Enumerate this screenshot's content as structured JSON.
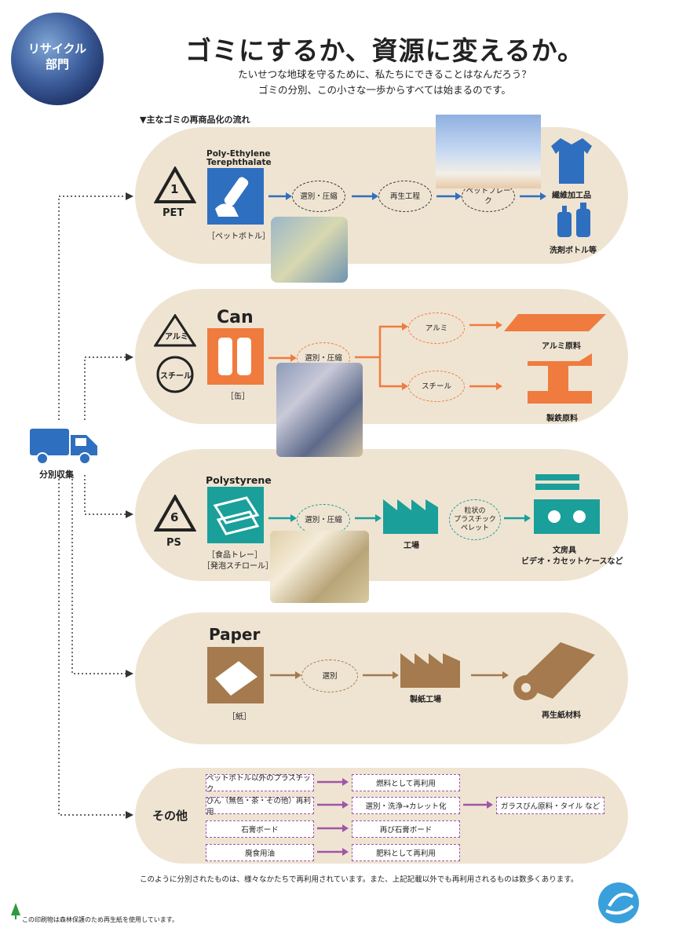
{
  "corner_label": "リサイクル\n部門",
  "title": "ゴミにするか、資源に変えるか。",
  "subtitle_1": "たいせつな地球を守るために、私たちにできることはなんだろう？",
  "subtitle_2": "ゴミの分別、この小さな一歩からすべては始まるのです。",
  "section_heading": "▼主なゴミの再商品化の流れ",
  "truck_label": "分別収集",
  "pet": {
    "symbol_num": "1",
    "symbol_label": "PET",
    "name_line1": "Poly-Ethylene",
    "name_line2": "Terephthalate",
    "item": "［ペットボトル］",
    "step1": "選別・圧縮",
    "step2": "再生工程",
    "step3": "ペットフレーク",
    "product1": "繊維加工品",
    "product2": "洗剤ボトル等"
  },
  "can": {
    "symbol1": "アルミ",
    "symbol2": "スチール",
    "name": "Can",
    "item": "［缶］",
    "step1": "選別・圧縮",
    "branch1": "アルミ",
    "branch2": "スチール",
    "product1": "アルミ原料",
    "product2": "製鉄原料"
  },
  "ps": {
    "symbol_num": "6",
    "symbol_label": "PS",
    "name": "Polystyrene",
    "item1": "［食品トレー］",
    "item2": "［発泡スチロール］",
    "step1": "選別・圧縮",
    "step2": "工場",
    "step3": "粒状の\nプラスチック\nペレット",
    "product1": "文房具",
    "product2": "ビデオ・カセットケースなど"
  },
  "paper": {
    "name": "Paper",
    "item": "［紙］",
    "step1": "選別",
    "step2": "製紙工場",
    "product": "再生紙材料"
  },
  "other": {
    "label": "その他",
    "rows": [
      {
        "left": "ペットボトル以外のプラスチック",
        "right": "燃料として再利用"
      },
      {
        "left": "びん（無色・茶・その他）再利用",
        "right": "選別・洗浄→カレット化"
      },
      {
        "left": "石膏ボード",
        "right": "再び石膏ボード"
      },
      {
        "left": "廃食用油",
        "right": "肥料として再利用"
      }
    ],
    "extra": "ガラスびん原料・タイル など"
  },
  "footnote": "このように分別されたものは、様々なかたちで再利用されています。また、上記記載以外でも再利用されるものは数多くあります。",
  "bottom_note": "この印刷物は森林保護のため再生紙を使用しています。",
  "colors": {
    "pet": "#2f6fbf",
    "can": "#f07b3f",
    "ps": "#1a9f9a",
    "paper": "#a47a4e",
    "other": "#a056a8",
    "band": "#efe4d2"
  }
}
